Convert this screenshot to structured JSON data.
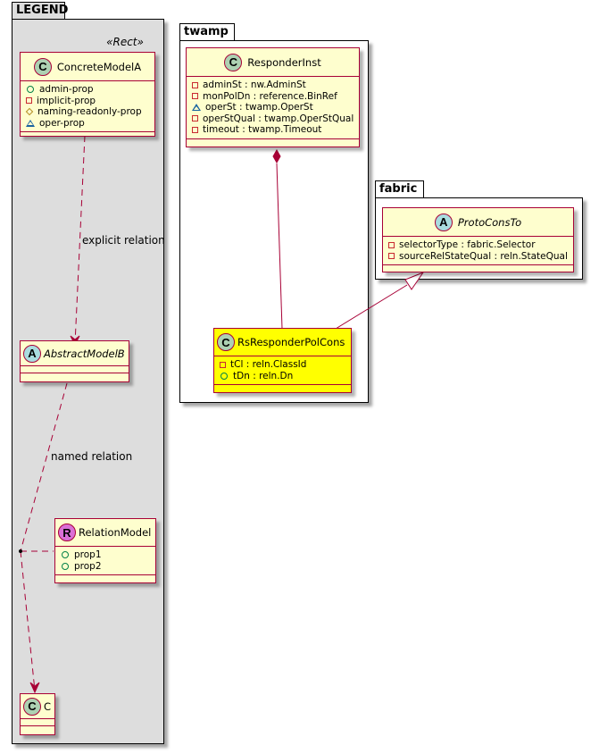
{
  "packages": {
    "legend": {
      "name": "LEGEND",
      "stereotype": "«Rect»"
    },
    "twamp": {
      "name": "twamp"
    },
    "fabric": {
      "name": "fabric"
    }
  },
  "classes": {
    "concrete_model_a": {
      "name": "ConcreteModelA",
      "kind": "C",
      "attributes": [
        {
          "visibility": "public",
          "text": "admin-prop"
        },
        {
          "visibility": "private",
          "text": "implicit-prop"
        },
        {
          "visibility": "protected",
          "text": "naming-readonly-prop"
        },
        {
          "visibility": "package",
          "text": "oper-prop"
        }
      ]
    },
    "abstract_model_b": {
      "name": "AbstractModelB",
      "kind": "A",
      "attributes": []
    },
    "relation_model": {
      "name": "RelationModel",
      "kind": "R",
      "attributes": [
        {
          "visibility": "public",
          "text": "prop1"
        },
        {
          "visibility": "public",
          "text": "prop2"
        }
      ]
    },
    "c": {
      "name": "C",
      "kind": "C",
      "attributes": []
    },
    "responder_inst": {
      "name": "ResponderInst",
      "kind": "C",
      "attributes": [
        {
          "visibility": "private",
          "text": "adminSt : nw.AdminSt"
        },
        {
          "visibility": "private",
          "text": "monPolDn : reference.BinRef"
        },
        {
          "visibility": "package",
          "text": "operSt : twamp.OperSt"
        },
        {
          "visibility": "private",
          "text": "operStQual : twamp.OperStQual"
        },
        {
          "visibility": "private",
          "text": "timeout : twamp.Timeout"
        }
      ]
    },
    "rs_responder_pol_cons": {
      "name": "RsResponderPolCons",
      "kind": "C",
      "highlight": "#FFFF00",
      "attributes": [
        {
          "visibility": "private",
          "text": "tCl : reln.ClassId"
        },
        {
          "visibility": "public",
          "text": "tDn : reln.Dn"
        }
      ]
    },
    "proto_cons_to": {
      "name": "ProtoConsTo",
      "kind": "A",
      "attributes": [
        {
          "visibility": "private",
          "text": "selectorType : fabric.Selector"
        },
        {
          "visibility": "private",
          "text": "sourceRelStateQual : reln.StateQual"
        }
      ]
    }
  },
  "relations": {
    "explicit": {
      "label": "explicit relation",
      "from": "ConcreteModelA",
      "to": "AbstractModelB",
      "style": "dashed-arrow"
    },
    "named": {
      "label": "named relation",
      "from": "AbstractModelB",
      "to": "C",
      "style": "dashed-arrow",
      "association_class": "RelationModel"
    },
    "composition": {
      "from": "ResponderInst",
      "to": "RsResponderPolCons",
      "style": "composition"
    },
    "inheritance": {
      "from": "RsResponderPolCons",
      "to": "ProtoConsTo",
      "style": "generalization"
    }
  },
  "colors": {
    "class_fill": "#FEFECE",
    "class_border": "#A80036",
    "highlight_fill": "#FFFF00",
    "legend_fill": "#DDDDDD",
    "edge": "#A80036"
  }
}
